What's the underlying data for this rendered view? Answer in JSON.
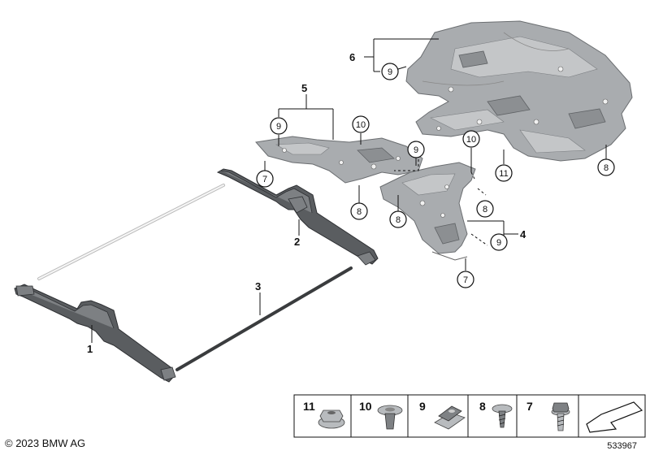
{
  "diagram": {
    "callouts": {
      "c1": "1",
      "c2": "2",
      "c3": "3",
      "c4": "4",
      "c5": "5",
      "c6": "6"
    },
    "circled": {
      "n9_a": "9",
      "n9_b": "9",
      "n9_c": "9",
      "n9_d": "9",
      "n10_a": "10",
      "n10_b": "10",
      "n11": "11",
      "n7_a": "7",
      "n7_b": "7",
      "n8_a": "8",
      "n8_b": "8",
      "n8_c": "8",
      "n8_d": "8"
    }
  },
  "legend": {
    "items": [
      {
        "number": "11",
        "icon": "flange-nut-icon"
      },
      {
        "number": "10",
        "icon": "expanding-rivet-icon"
      },
      {
        "number": "9",
        "icon": "clip-nut-icon"
      },
      {
        "number": "8",
        "icon": "plastic-screw-icon"
      },
      {
        "number": "7",
        "icon": "hex-bolt-icon"
      }
    ],
    "arrow_icon": "direction-arrow-icon"
  },
  "footer": {
    "copyright": "© 2023 BMW AG",
    "diagram_id": "533967"
  }
}
